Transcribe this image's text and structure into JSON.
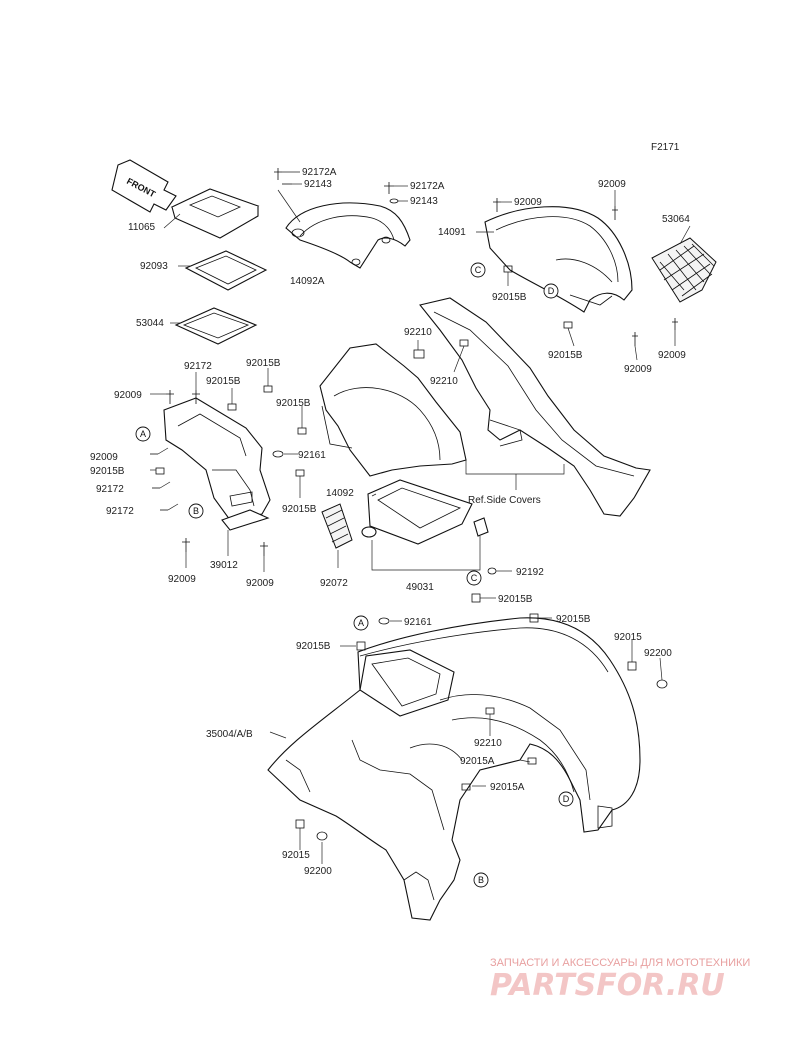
{
  "figure_code": "F2171",
  "front_label": "FRONT",
  "ref_label": "Ref.Side Covers",
  "labels": {
    "p11065": "11065",
    "p92093": "92093",
    "p53044": "53044",
    "p92172a_1": "92172A",
    "p92143_1": "92143",
    "p14092a": "14092A",
    "p92172a_2": "92172A",
    "p92143_2": "92143",
    "p92009_tr1": "92009",
    "p92009_tr2": "92009",
    "p14091": "14091",
    "p53064": "53064",
    "p92015b_c": "92015B",
    "p92015b_d": "92015B",
    "p92009_r1": "92009",
    "p92009_r2": "92009",
    "p92210_1": "92210",
    "p92210_2": "92210",
    "p92172_1": "92172",
    "p92015b_1": "92015B",
    "p92015b_2": "92015B",
    "p92009_l1": "92009",
    "p92015b_3": "92015B",
    "p92009_l2": "92009",
    "p92015b_l": "92015B",
    "p92161_1": "92161",
    "p92172_2": "92172",
    "p92172_3": "92172",
    "p14092": "14092",
    "p92015b_4": "92015B",
    "p39012": "39012",
    "p92009_b1": "92009",
    "p92009_b2": "92009",
    "p92072": "92072",
    "p49031": "49031",
    "p92192": "92192",
    "p92015b_5": "92015B",
    "p92015b_6": "92015B",
    "p92161_2": "92161",
    "p92015b_7": "92015B",
    "p92015": "92015",
    "p92200": "92200",
    "p35004": "35004/A/B",
    "p92210_3": "92210",
    "p92015a_1": "92015A",
    "p92015a_2": "92015A",
    "p92015_b": "92015",
    "p92200_b": "92200"
  },
  "callouts": {
    "a1": "A",
    "a2": "A",
    "b1": "B",
    "b2": "B",
    "c1": "C",
    "c2": "C",
    "d1": "D",
    "d2": "D"
  },
  "watermark": {
    "caption": "ЗАПЧАСТИ И АКСЕССУАРЫ ДЛЯ МОТОТЕХНИКИ",
    "logo": "PARTSFOR.RU"
  }
}
